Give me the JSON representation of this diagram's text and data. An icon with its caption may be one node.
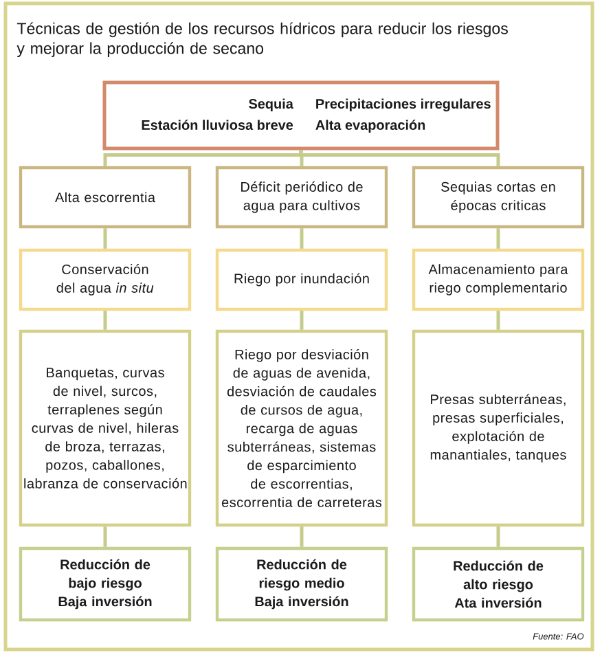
{
  "diagram": {
    "title": "Técnicas de gestión de los recursos hídricos para reducir los riesgos y mejorar la producción de secano",
    "nodes": [
      {
        "text": [
          "Sequia",
          "Precipitaciones irregulares",
          "Estación lluviosa breve",
          "Alta evaporación"
        ]
      },
      {
        "text": [
          "Alta escorrentia"
        ]
      },
      {
        "text": [
          "Déficit periódico de agua para cultivos"
        ]
      },
      {
        "text": [
          "Sequias cortas en épocas criticas"
        ]
      },
      {
        "text": [
          "Conservación del agua *in situ*"
        ]
      },
      {
        "text": [
          "Riego por inundación"
        ]
      },
      {
        "text": [
          "Almacenamiento para riego complementario"
        ]
      },
      {
        "text": [
          "Banquetas, curvas de nivel, surcos, terraplenes según curvas de nivel, hileras de broza, terrazas, pozos, caballones, labranza de conservación"
        ]
      },
      {
        "text": [
          "Riego por desviación de aguas de avenida, desviación de caudales de cursos de agua, recarga de aguas subterráneas, sistemas de esparcimiento de escorrentias, escorrentia de carreteras"
        ]
      },
      {
        "text": [
          "Presas subterráneas, presas superficiales, explotación de manantiales, tanques"
        ]
      },
      {
        "text": [
          "Reducción de bajo riesgo",
          "Baja inversión"
        ]
      },
      {
        "text": [
          "Reducción de riesgo medio",
          "Baja inversión"
        ]
      },
      {
        "text": [
          "Reducción de alto riesgo",
          "Ata inversión"
        ]
      }
    ],
    "edges": [
      {
        "from": 0,
        "to": 1,
        "arrow": "none"
      },
      {
        "from": 0,
        "to": 2,
        "arrow": "none"
      },
      {
        "from": 0,
        "to": 3,
        "arrow": "none"
      },
      {
        "from": 1,
        "to": 4,
        "arrow": "none"
      },
      {
        "from": 2,
        "to": 5,
        "arrow": "none"
      },
      {
        "from": 3,
        "to": 6,
        "arrow": "none"
      },
      {
        "from": 4,
        "to": 7,
        "arrow": "none"
      },
      {
        "from": 5,
        "to": 8,
        "arrow": "none"
      },
      {
        "from": 6,
        "to": 9,
        "arrow": "none"
      },
      {
        "from": 7,
        "to": 10,
        "arrow": "none"
      },
      {
        "from": 8,
        "to": 11,
        "arrow": "none"
      },
      {
        "from": 9,
        "to": 12,
        "arrow": "none"
      }
    ],
    "labels": [
      "Fuente: FAO"
    ]
  }
}
